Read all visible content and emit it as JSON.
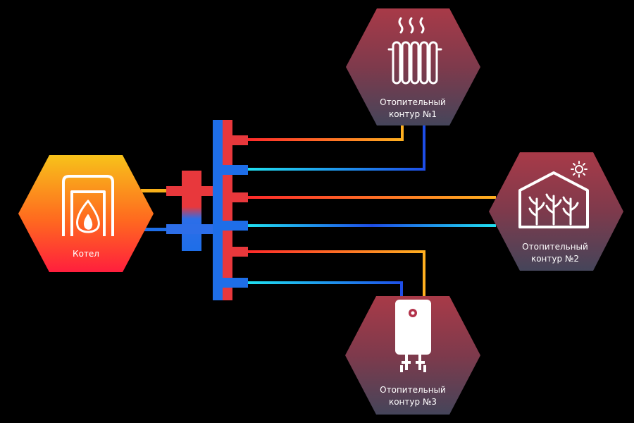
{
  "boiler": {
    "label": "Котел",
    "icon": "boiler-fire-icon"
  },
  "circuits": [
    {
      "line1": "Отопительный",
      "line2": "контур  №1",
      "icon": "radiator-icon"
    },
    {
      "line1": "Отопительный",
      "line2": "контур  №2",
      "icon": "greenhouse-icon"
    },
    {
      "line1": "Отопительный",
      "line2": "контур  №3",
      "icon": "water-heater-icon"
    }
  ],
  "colors": {
    "hot": "#e8383c",
    "cold": "#1e6ee8",
    "boiler_top": "#f7c21a",
    "boiler_bottom": "#ff1f3d",
    "circuit_top": "#a83a48",
    "circuit_bottom": "#4a4a5e",
    "background": "#000000"
  }
}
